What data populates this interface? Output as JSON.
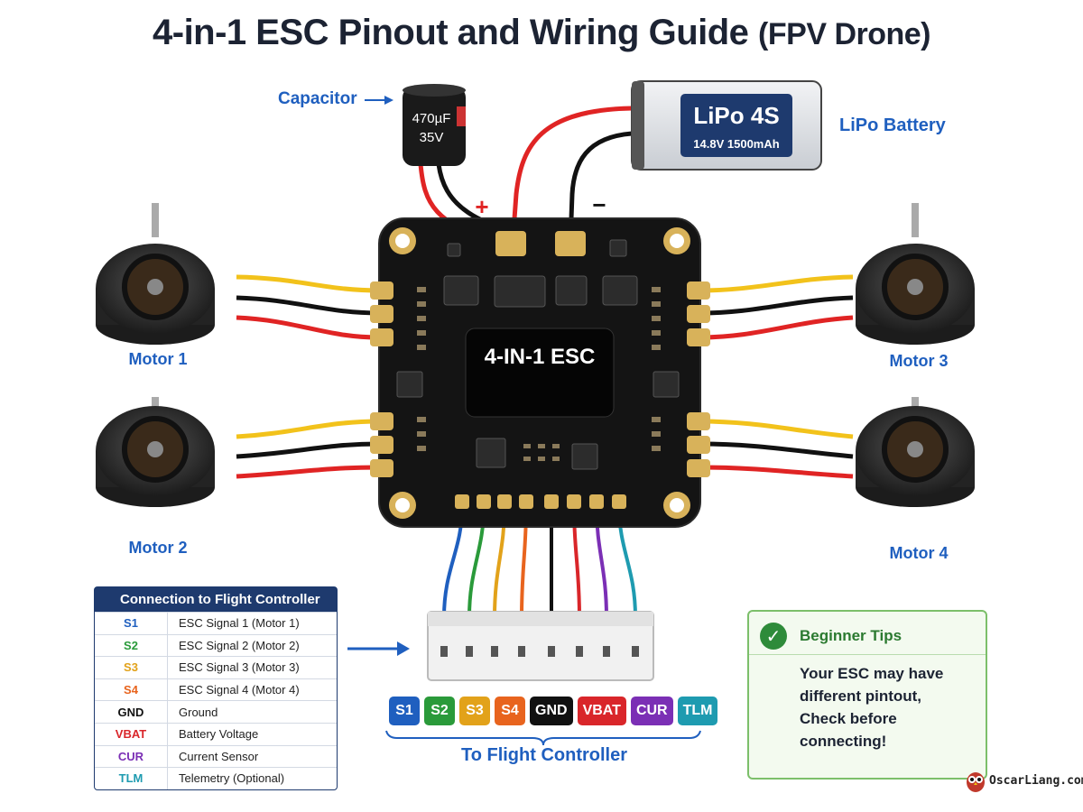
{
  "title": {
    "main": "4-in-1 ESC Pinout and Wiring Guide",
    "sub": "(FPV Drone)"
  },
  "capacitor": {
    "label": "Capacitor",
    "value": "470µF",
    "voltage": "35V"
  },
  "battery": {
    "label": "LiPo Battery",
    "name": "LiPo 4S",
    "spec": "14.8V 1500mAh",
    "plus": "+",
    "minus": "−"
  },
  "esc": {
    "label": "4-IN-1 ESC"
  },
  "motors": [
    "Motor 1",
    "Motor 2",
    "Motor 3",
    "Motor 4"
  ],
  "table": {
    "header": "Connection to Flight Controller",
    "rows": [
      {
        "code": "S1",
        "desc": "ESC Signal 1 (Motor 1)",
        "color": "#1f5fbf"
      },
      {
        "code": "S2",
        "desc": "ESC Signal 2 (Motor 2)",
        "color": "#2a9a3a"
      },
      {
        "code": "S3",
        "desc": "ESC Signal 3 (Motor 3)",
        "color": "#e2a21a"
      },
      {
        "code": "S4",
        "desc": "ESC Signal 4 (Motor 4)",
        "color": "#e8641e"
      },
      {
        "code": "GND",
        "desc": "Ground",
        "color": "#111111"
      },
      {
        "code": "VBAT",
        "desc": "Battery Voltage",
        "color": "#d9262a"
      },
      {
        "code": "CUR",
        "desc": "Current Sensor",
        "color": "#7b2fb5"
      },
      {
        "code": "TLM",
        "desc": "Telemetry (Optional)",
        "color": "#1e9bb0"
      }
    ]
  },
  "pins": [
    {
      "label": "S1",
      "color": "#1f5fbf"
    },
    {
      "label": "S2",
      "color": "#2a9a3a"
    },
    {
      "label": "S3",
      "color": "#e2a21a"
    },
    {
      "label": "S4",
      "color": "#e8641e"
    },
    {
      "label": "GND",
      "color": "#111111"
    },
    {
      "label": "VBAT",
      "color": "#d9262a"
    },
    {
      "label": "CUR",
      "color": "#7b2fb5"
    },
    {
      "label": "TLM",
      "color": "#1e9bb0"
    }
  ],
  "fc_label": "To Flight Controller",
  "tips": {
    "title": "Beginner Tips",
    "lines": [
      "Your ESC may have",
      "different pintout,",
      "Check before",
      "connecting!"
    ]
  },
  "logo": {
    "text": "OscarLiang.com"
  }
}
